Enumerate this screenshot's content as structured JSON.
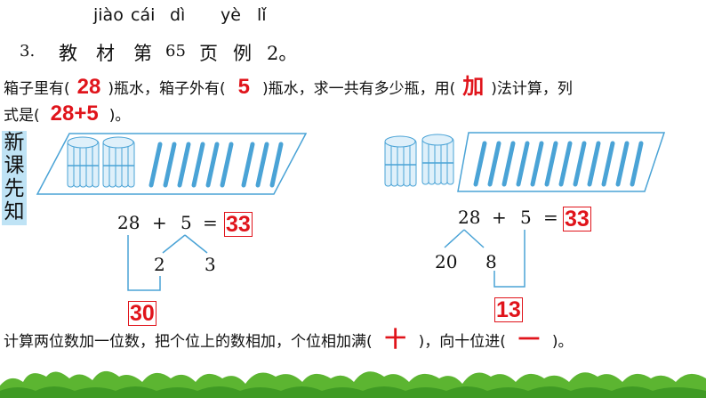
{
  "pinyin": [
    "jiào",
    "cái",
    "dì",
    "yè",
    "lǐ"
  ],
  "heading": {
    "number": "3.",
    "chars": [
      "教",
      "材",
      "第",
      "65",
      "页",
      "例",
      "2。"
    ]
  },
  "problem": {
    "t1": "箱子里有(",
    "a1": "28",
    "t2": ")瓶水，箱子外有(",
    "a2": "5",
    "t3": ")瓶水，求一共有多少瓶，用(",
    "a3": "加",
    "t4": ")法计算，列",
    "t5": "式是(",
    "a4": "28+5",
    "t6": ")。"
  },
  "badge": [
    "新",
    "课",
    "先",
    "知"
  ],
  "left_calc": {
    "a": "28",
    "plus": "+",
    "b": "5",
    "eq": "=",
    "result": "33",
    "split1": "2",
    "split2": "3",
    "partial": "30"
  },
  "right_calc": {
    "a": "28",
    "plus": "+",
    "b": "5",
    "eq": "=",
    "result": "33",
    "split1": "20",
    "split2": "8",
    "partial": "13"
  },
  "bottom": {
    "t1": "计算两位数加一位数，把个位上的数相加，个位相加满(",
    "a1": "十",
    "t2": ")，向十位进(",
    "a2": "一",
    "t3": ")。"
  },
  "colors": {
    "answer": "#e0141b",
    "badge_bg": "#bfe3f5",
    "bottle_fill": "#dff0fa",
    "bottle_stroke": "#4aa3d6",
    "grass": "#5cb531"
  }
}
